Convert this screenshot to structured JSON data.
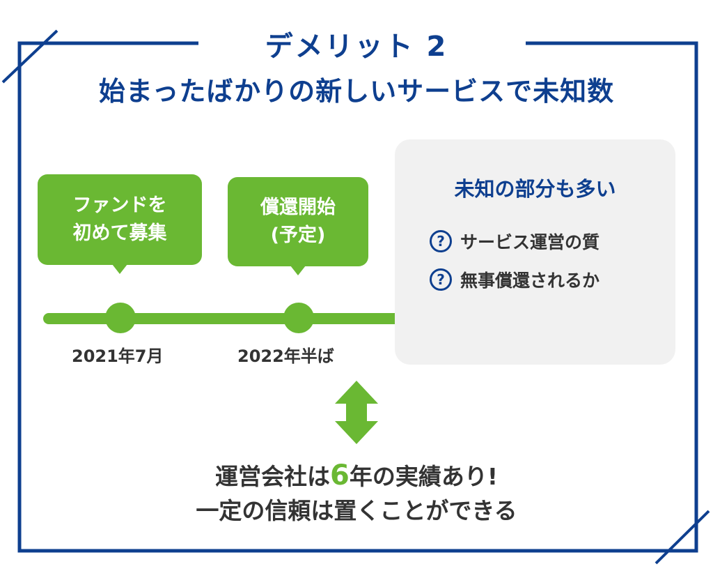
{
  "title": {
    "line1": "デメリット 2",
    "line2": "始まったばかりの新しいサービスで未知数"
  },
  "timeline": {
    "events": [
      {
        "bubble_line1": "ファンドを",
        "bubble_line2": "初めて募集",
        "date": "2021年7月"
      },
      {
        "bubble_line1": "償還開始",
        "bubble_line2": "(予定)",
        "date": "2022年半ば"
      }
    ]
  },
  "unknown_box": {
    "title": "未知の部分も多い",
    "items": [
      {
        "icon": "question-circle-icon",
        "glyph": "?",
        "text": "サービス運営の質"
      },
      {
        "icon": "question-circle-icon",
        "glyph": "?",
        "text": "無事償還されるか"
      }
    ]
  },
  "conclusion": {
    "line1_before": "運営会社は",
    "line1_highlight": "6",
    "line1_after": "年の実績あり!",
    "line2": "一定の信頼は置くことができる"
  },
  "colors": {
    "navy": "#0e3f8f",
    "green": "#6ab833",
    "gray_box": "#f1f1f1",
    "text": "#333333"
  }
}
